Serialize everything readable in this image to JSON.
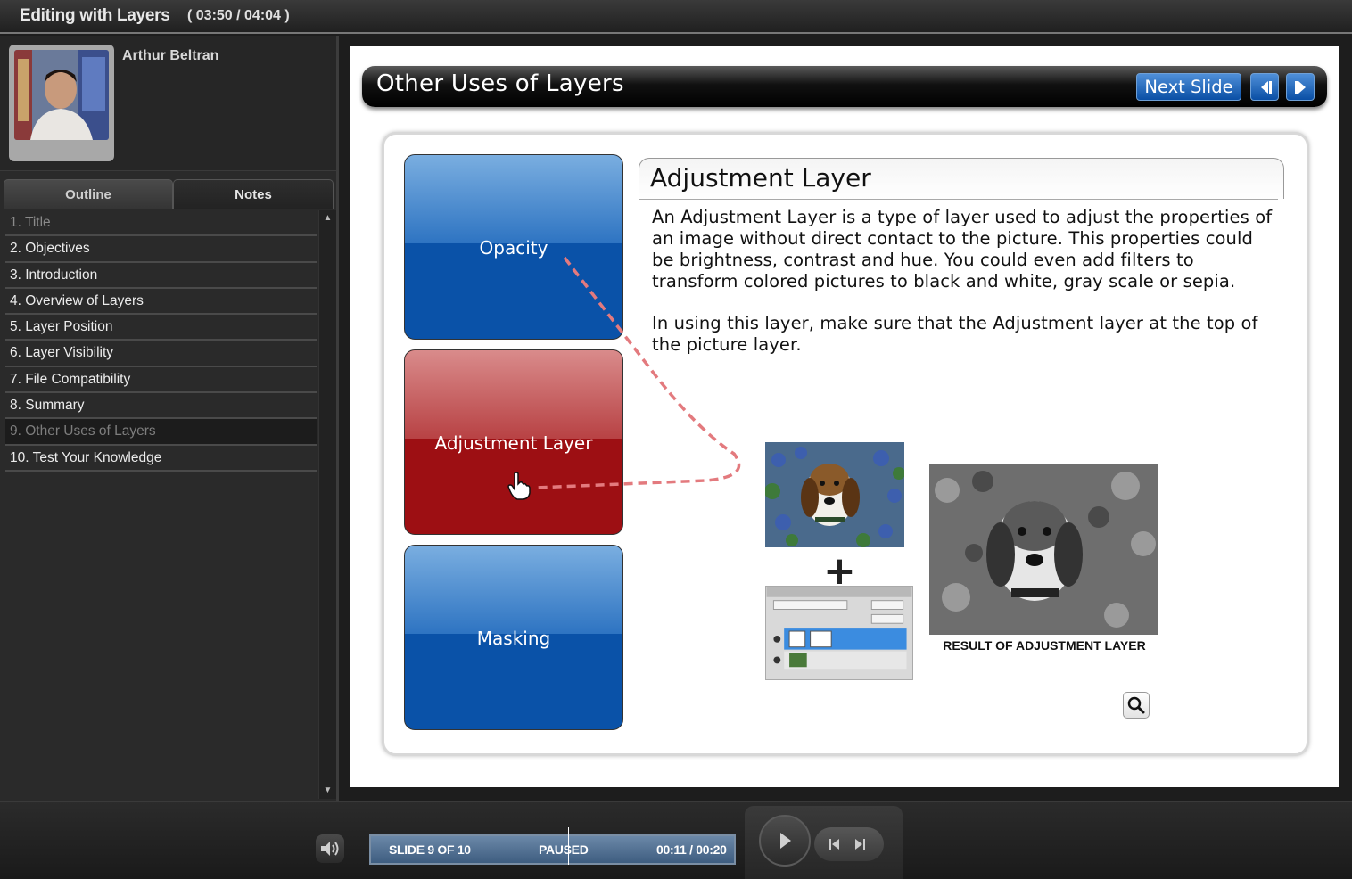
{
  "window": {
    "title": "Editing with Layers",
    "time": "( 03:50 / 04:04 )"
  },
  "presenter": {
    "name": "Arthur Beltran"
  },
  "tabs": {
    "outline": "Outline",
    "notes": "Notes"
  },
  "outline": [
    {
      "label": "1. Title",
      "state": "dim"
    },
    {
      "label": "2. Objectives",
      "state": "normal"
    },
    {
      "label": "3. Introduction",
      "state": "normal"
    },
    {
      "label": "4. Overview of Layers",
      "state": "normal"
    },
    {
      "label": "5. Layer Position",
      "state": "normal"
    },
    {
      "label": "6. Layer Visibility",
      "state": "normal"
    },
    {
      "label": "7. File Compatibility",
      "state": "normal"
    },
    {
      "label": "8. Summary",
      "state": "normal"
    },
    {
      "label": "9. Other Uses of Layers",
      "state": "current"
    },
    {
      "label": "10. Test Your Knowledge",
      "state": "normal"
    }
  ],
  "slide": {
    "title": "Other Uses of Layers",
    "next_label": "Next Slide",
    "buttons": {
      "opacity": "Opacity",
      "adjustment": "Adjustment Layer",
      "masking": "Masking"
    },
    "info": {
      "title": "Adjustment Layer",
      "para1": "An Adjustment Layer is a type of layer used to adjust the properties of an image without direct contact to the picture.  This properties could be brightness, contrast and hue. You could even add filters to transform colored pictures to black and white, gray scale or sepia.",
      "para2": "In using this layer, make sure that the Adjustment layer at the top of the picture layer."
    },
    "plus": "+",
    "caption": "RESULT OF ADJUSTMENT LAYER"
  },
  "player": {
    "slide_counter": "SLIDE 9 OF 10",
    "status": "PAUSED",
    "timer": "00:11 / 00:20"
  },
  "colors": {
    "blue_button": "#0a52a8",
    "red_button": "#9d0f13",
    "status_bar": "#4f6f92"
  }
}
